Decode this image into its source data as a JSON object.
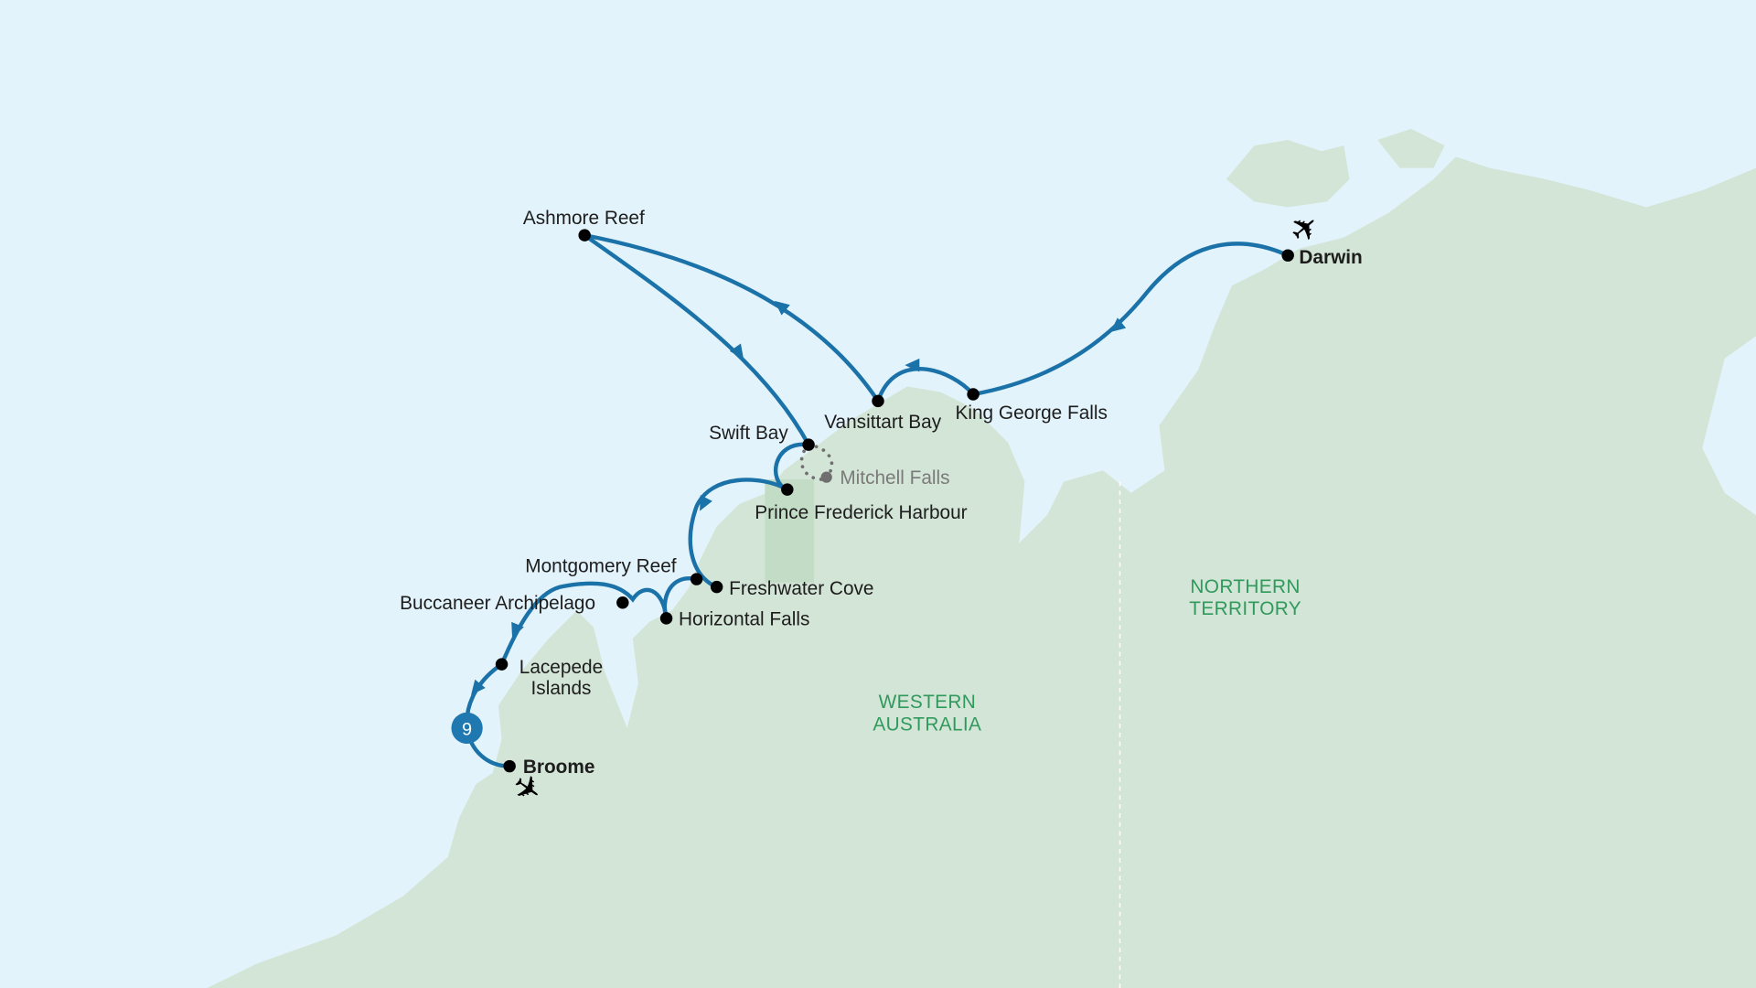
{
  "map": {
    "colors": {
      "sea": "#e3f3fb",
      "land": "#d3e5d6",
      "route": "#1a72a8",
      "region_label": "#2f9a5c"
    },
    "regions": [
      {
        "line1": "WESTERN",
        "line2": "AUSTRALIA"
      },
      {
        "line1": "NORTHERN",
        "line2": "TERRITORY"
      }
    ],
    "stops": {
      "darwin": "Darwin",
      "king_george_falls": "King George Falls",
      "vansittart_bay": "Vansittart Bay",
      "ashmore_reef": "Ashmore Reef",
      "swift_bay": "Swift Bay",
      "mitchell_falls": "Mitchell Falls",
      "prince_frederick_harbour": "Prince Frederick Harbour",
      "montgomery_reef": "Montgomery Reef",
      "freshwater_cove": "Freshwater Cove",
      "horizontal_falls": "Horizontal Falls",
      "buccaneer_archipelago": "Buccaneer Archipelago",
      "lacepede_line1": "Lacepede",
      "lacepede_line2": "Islands",
      "broome": "Broome"
    },
    "day_badge": "9",
    "icons": [
      "airplane-icon-darwin",
      "airplane-icon-broome"
    ]
  }
}
